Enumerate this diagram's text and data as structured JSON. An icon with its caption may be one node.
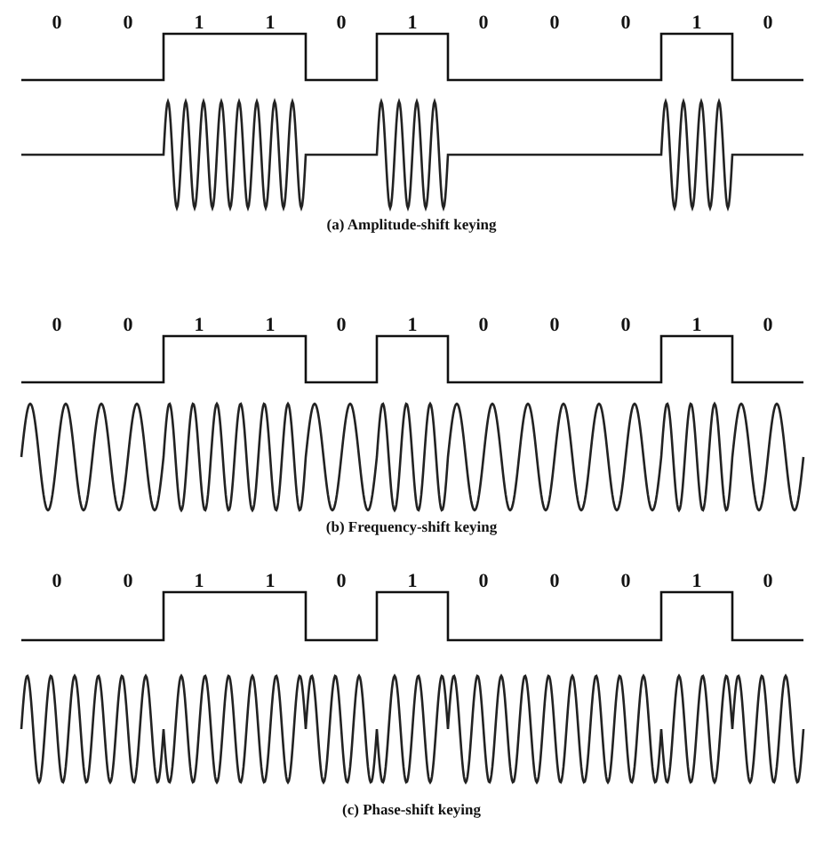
{
  "diagram": {
    "labels": [
      "0",
      "0",
      "1",
      "1",
      "0",
      "1",
      "0",
      "0",
      "0",
      "1",
      "0",
      "(a) Amplitude-shift keying",
      "0",
      "0",
      "1",
      "1",
      "0",
      "1",
      "0",
      "0",
      "0",
      "1",
      "0",
      "(b) Frequency-shift keying",
      "0",
      "0",
      "1",
      "1",
      "0",
      "1",
      "0",
      "0",
      "0",
      "1",
      "0",
      "(c) Phase-shift keying"
    ]
  }
}
